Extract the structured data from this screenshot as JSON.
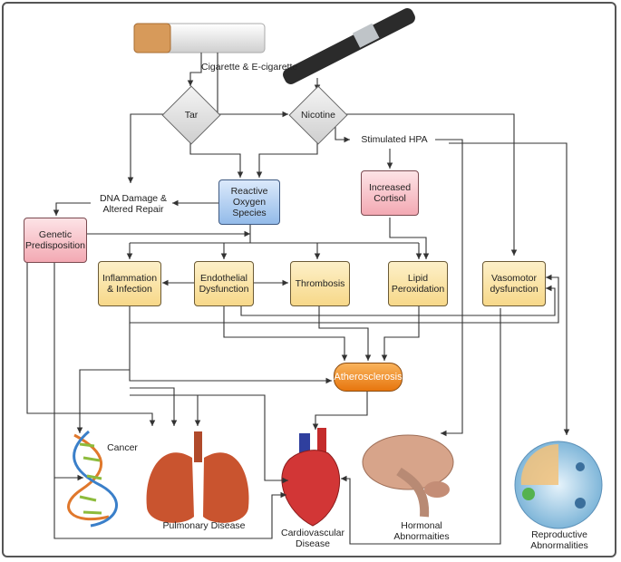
{
  "sources": {
    "cig_label": "Cigarette & E-cigarette"
  },
  "decisions": {
    "tar": "Tar",
    "nicotine": "Nicotine"
  },
  "nodes": {
    "stimulated_hpa": "Stimulated HPA",
    "dna_damage": "DNA Damage &\nAltered Repair",
    "ros": "Reactive\nOxygen\nSpecies",
    "cortisol": "Increased\nCortisol",
    "genetic": "Genetic\nPredisposition",
    "inflammation": "Inflammation\n& Infection",
    "endothelial": "Endothelial\nDysfunction",
    "thrombosis": "Thrombosis",
    "lipid": "Lipid\nPeroxidation",
    "vasomotor": "Vasomotor\ndysfunction",
    "atherosclerosis": "Atherosclerosis"
  },
  "outcomes": {
    "cancer": "Cancer",
    "pulmonary": "Pulmonary Disease",
    "cardiovascular": "Cardiovascular\nDisease",
    "hormonal": "Hormonal\nAbnormaities",
    "reproductive": "Reproductive\nAbnormalities"
  }
}
